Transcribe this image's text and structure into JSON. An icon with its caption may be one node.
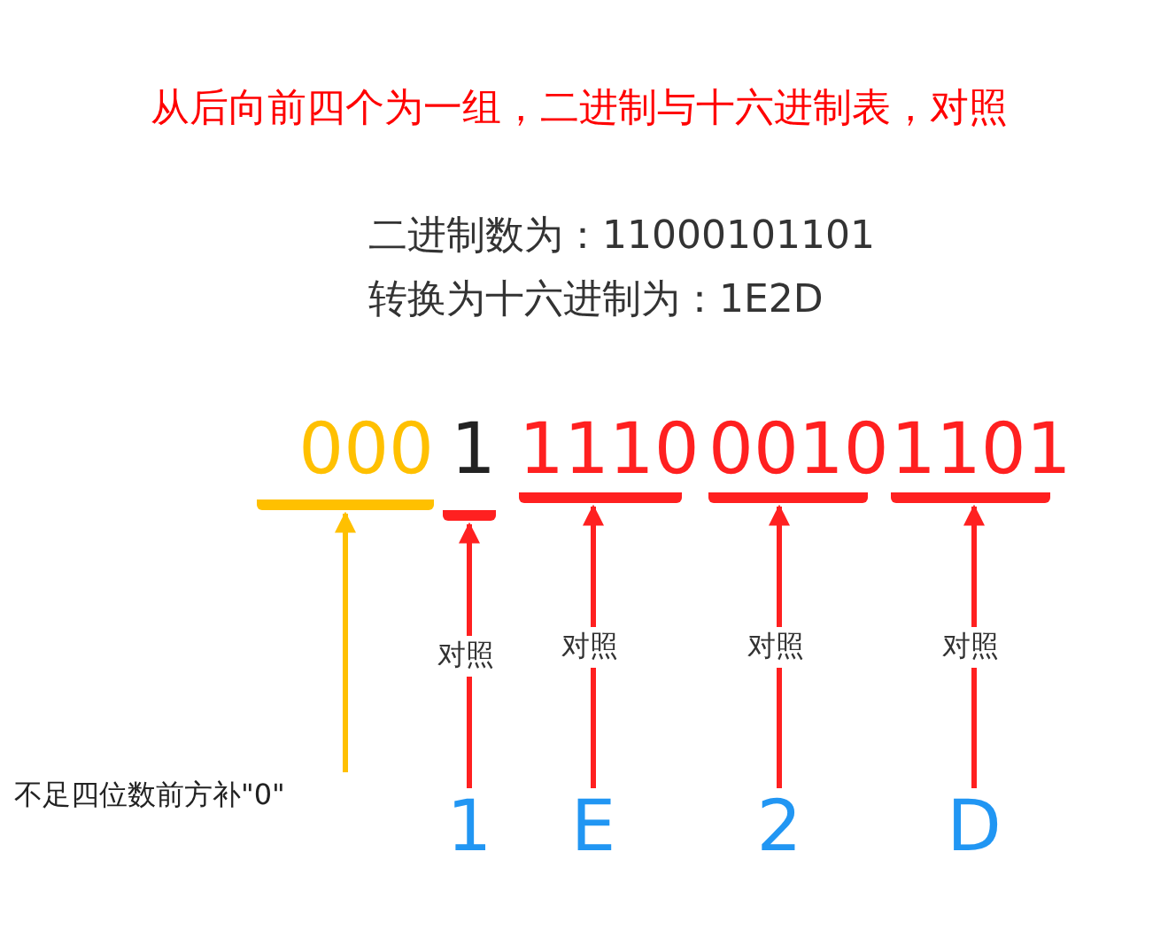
{
  "diagram": {
    "title": "从后向前四个为一组，二进制与十六进制表，对照",
    "nodes": [
      {
        "text": [
          "000"
        ]
      },
      {
        "text": [
          "1"
        ]
      },
      {
        "text": [
          "1110"
        ]
      },
      {
        "text": [
          "0010"
        ]
      },
      {
        "text": [
          "1101"
        ]
      },
      {
        "text": [
          "1"
        ]
      },
      {
        "text": [
          "E"
        ]
      },
      {
        "text": [
          "2"
        ]
      },
      {
        "text": [
          "D"
        ]
      },
      {
        "text": [
          "不足四位数前方补\"0\""
        ]
      }
    ],
    "edges": [
      {
        "from": 5,
        "to": 1,
        "arrow": "to",
        "label": "对照"
      },
      {
        "from": 6,
        "to": 2,
        "arrow": "to",
        "label": "对照"
      },
      {
        "from": 7,
        "to": 3,
        "arrow": "to",
        "label": "对照"
      },
      {
        "from": 8,
        "to": 4,
        "arrow": "to",
        "label": "对照"
      },
      {
        "from": 9,
        "to": 0,
        "arrow": "to",
        "color": "#ffc000"
      }
    ],
    "labels": [
      "二进制数为：11000101101",
      "转换为十六进制为：1E2D"
    ]
  }
}
